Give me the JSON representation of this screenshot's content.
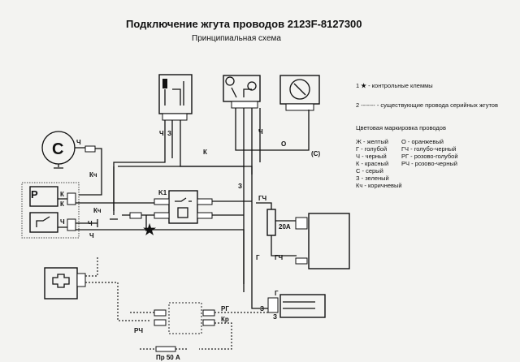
{
  "title": "Подключение жгута проводов 2123F-8127300",
  "subtitle": "Принципиальная схема",
  "notes": [
    {
      "num": "1",
      "symbol": "★",
      "text": "- контрольные клеммы"
    },
    {
      "num": "2",
      "symbol": "-------",
      "text": "- существующие провода серийных жгутов"
    }
  ],
  "color_legend": {
    "heading": "Цветовая маркировка проводов",
    "left": [
      "Ж - желтый",
      "Г - голубой",
      "Ч - черный",
      "К - красный",
      "С - серый",
      "З - зеленый",
      "Кч - коричневый"
    ],
    "right": [
      "О - оранжевый",
      "ГЧ - голубо-черный",
      "РГ - розово-голубой",
      "РЧ - розово-черный"
    ]
  },
  "components": {
    "compressor": "C",
    "pressure_sensor_p": "P",
    "relay": "K1",
    "fuse": "20A",
    "main_fuse": "Пр 50 А"
  },
  "wire_labels": {
    "ch": "Ч",
    "z": "З",
    "k": "К",
    "o": "О",
    "kch": "Кч",
    "g": "Г",
    "gch": "ГЧ",
    "rg": "РГ",
    "kr": "Кр",
    "rch": "РЧ",
    "c": "(С)"
  }
}
